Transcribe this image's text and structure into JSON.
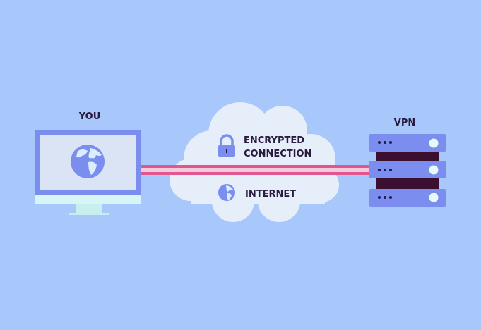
{
  "labels": {
    "you": "YOU",
    "vpn": "VPN",
    "encrypted_line1": "ENCRYPTED",
    "encrypted_line2": "CONNECTION",
    "internet": "INTERNET"
  },
  "colors": {
    "background": "#a8c8fb",
    "device": "#7b8ef0",
    "tunnel": "#e0578f",
    "cloud": "#e6eefa",
    "text": "#2a1a3e"
  },
  "icons": [
    "monitor-icon",
    "globe-icon",
    "lock-icon",
    "server-icon"
  ]
}
